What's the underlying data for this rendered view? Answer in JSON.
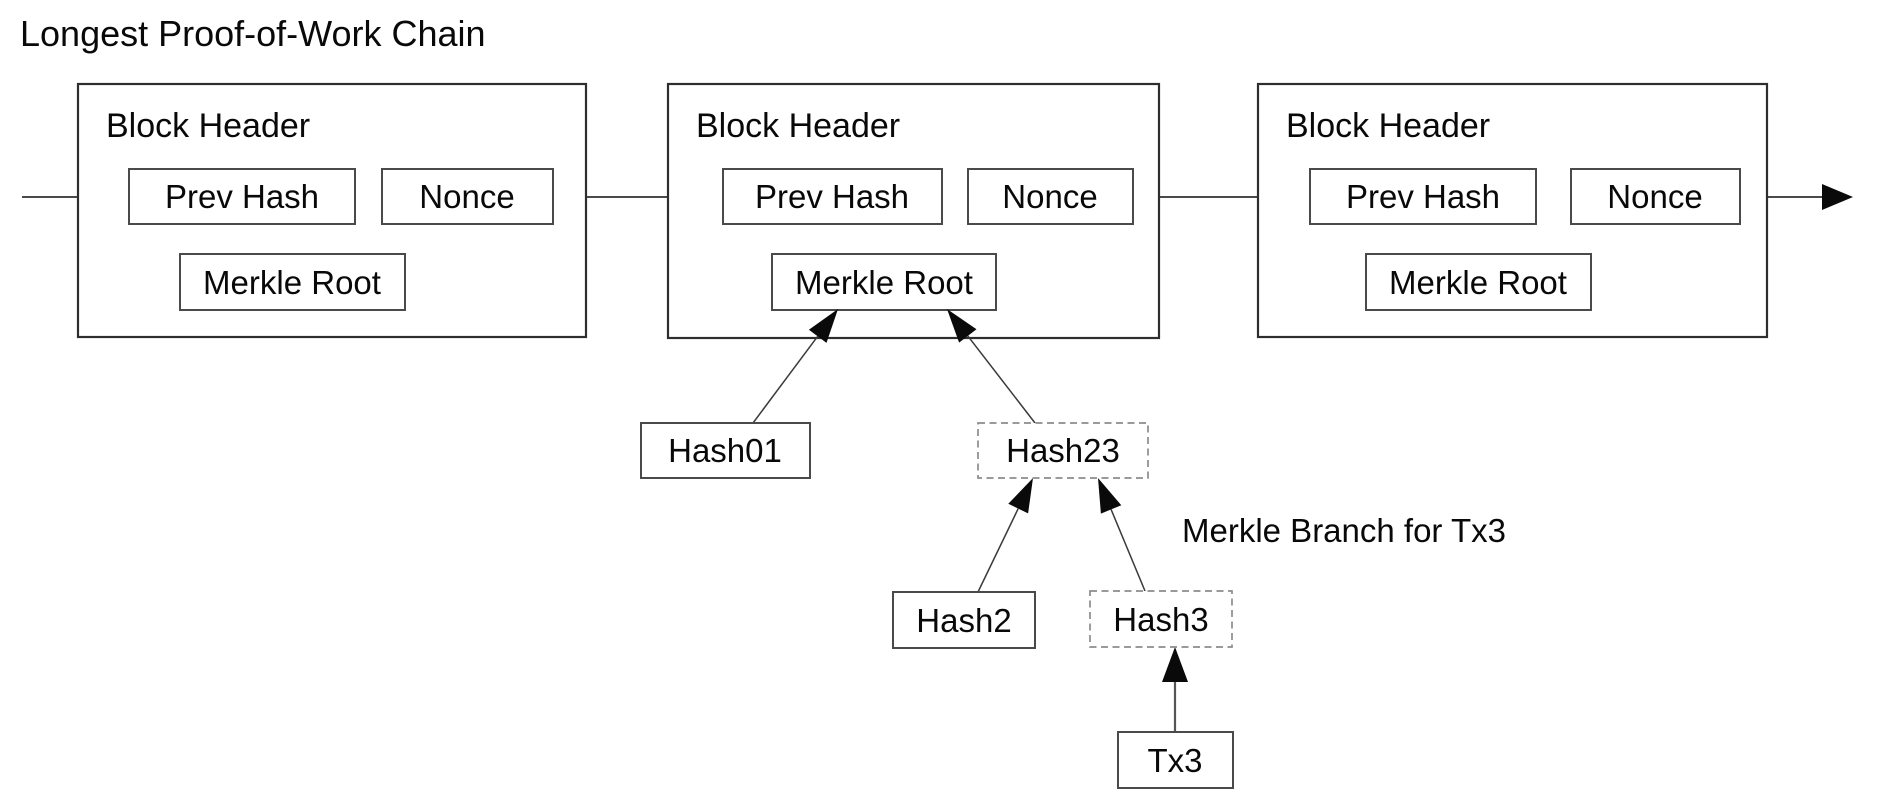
{
  "title": "Longest Proof-of-Work Chain",
  "annotation": "Merkle Branch for Tx3",
  "blocks": [
    {
      "header_label": "Block Header",
      "prev_hash_label": "Prev Hash",
      "nonce_label": "Nonce",
      "merkle_root_label": "Merkle Root"
    },
    {
      "header_label": "Block Header",
      "prev_hash_label": "Prev Hash",
      "nonce_label": "Nonce",
      "merkle_root_label": "Merkle Root"
    },
    {
      "header_label": "Block Header",
      "prev_hash_label": "Prev Hash",
      "nonce_label": "Nonce",
      "merkle_root_label": "Merkle Root"
    }
  ],
  "merkle_tree": {
    "hash01_label": "Hash01",
    "hash23_label": "Hash23",
    "hash2_label": "Hash2",
    "hash3_label": "Hash3",
    "tx3_label": "Tx3"
  },
  "colors": {
    "background": "#ffffff",
    "text": "#090909",
    "solid_border": "#2e2e2e",
    "inner_border": "#4a4a4a",
    "dashed_border": "#8c8c8c",
    "arrow": "#0a0a0a"
  }
}
